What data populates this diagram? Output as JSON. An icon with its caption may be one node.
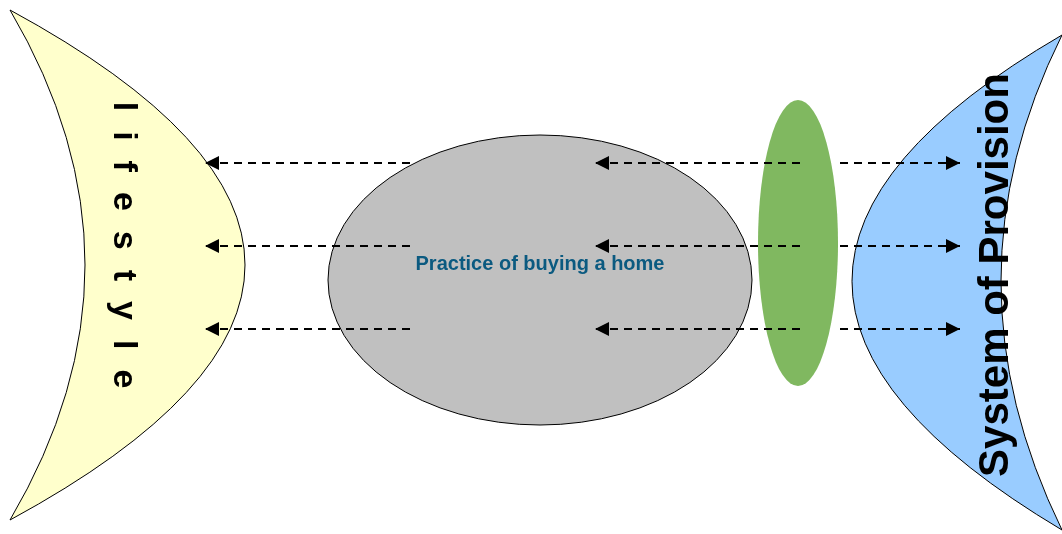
{
  "diagram": {
    "nodes": [
      {
        "text": [
          "lifestyle"
        ]
      },
      {
        "text": [
          "Practice of buying a home"
        ]
      },
      {
        "text": [],
        "shape": "ellipse"
      },
      {
        "text": [
          "System of Provision"
        ]
      }
    ],
    "edges": [
      {
        "from": 1,
        "to": 0,
        "arrow": "to",
        "style": "dashed"
      },
      {
        "from": 2,
        "to": 1,
        "arrow": "to",
        "style": "dashed"
      },
      {
        "from": 2,
        "to": 3,
        "arrow": "to",
        "style": "dashed"
      },
      {
        "from": 1,
        "to": 0,
        "arrow": "to",
        "style": "dashed"
      },
      {
        "from": 2,
        "to": 1,
        "arrow": "to",
        "style": "dashed"
      },
      {
        "from": 2,
        "to": 3,
        "arrow": "to",
        "style": "dashed"
      },
      {
        "from": 1,
        "to": 0,
        "arrow": "to",
        "style": "dashed"
      },
      {
        "from": 2,
        "to": 1,
        "arrow": "to",
        "style": "dashed"
      },
      {
        "from": 2,
        "to": 3,
        "arrow": "to",
        "style": "dashed"
      }
    ]
  }
}
